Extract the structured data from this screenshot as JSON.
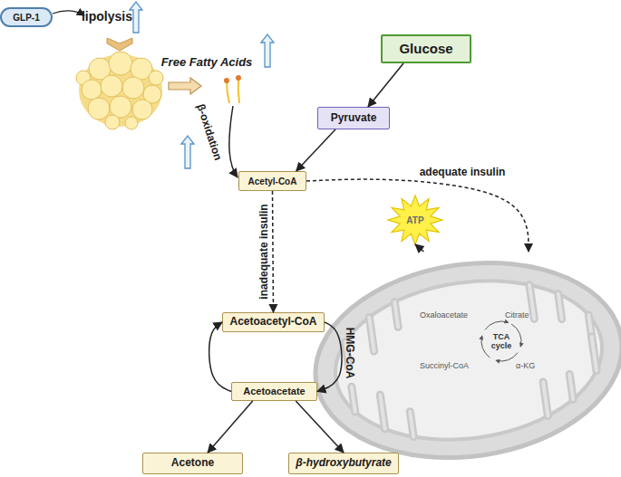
{
  "diagram": {
    "nodes": [
      {
        "text": [
          "GLP-1"
        ]
      },
      {
        "text": [
          "Glucose"
        ]
      },
      {
        "text": [
          "Pyruvate"
        ]
      },
      {
        "text": [
          "Acetyl-CoA"
        ]
      },
      {
        "text": [
          "ATP"
        ]
      },
      {
        "text": [
          "Oxaloacetate",
          "Citrate",
          "TCA cycle",
          "Succinyl-CoA",
          "α-KG"
        ]
      },
      {
        "text": [
          "Acetoacetyl-CoA"
        ]
      },
      {
        "text": [
          "Acetoacetate"
        ]
      },
      {
        "text": [
          "Acetone"
        ]
      },
      {
        "text": [
          "β-hydroxybutyrate"
        ]
      }
    ],
    "edges": [
      {
        "from": 1,
        "to": 2,
        "arrow": "to"
      },
      {
        "from": 2,
        "to": 3,
        "arrow": "to"
      },
      {
        "from": 3,
        "to": 5,
        "arrow": "to",
        "label": "adequate insulin"
      },
      {
        "from": 3,
        "to": 6,
        "arrow": "to",
        "label": "inadequate insulin"
      },
      {
        "from": 6,
        "to": 7,
        "arrow": "to",
        "label": "HMG-CoA"
      },
      {
        "from": 7,
        "to": 6,
        "arrow": "to"
      },
      {
        "from": 7,
        "to": 8,
        "arrow": "to"
      },
      {
        "from": 7,
        "to": 9,
        "arrow": "to"
      },
      {
        "from": 5,
        "to": 4,
        "arrow": "to"
      }
    ],
    "labels": [
      "lipolysis",
      "Free Fatty Acids",
      "β-oxidation"
    ]
  }
}
